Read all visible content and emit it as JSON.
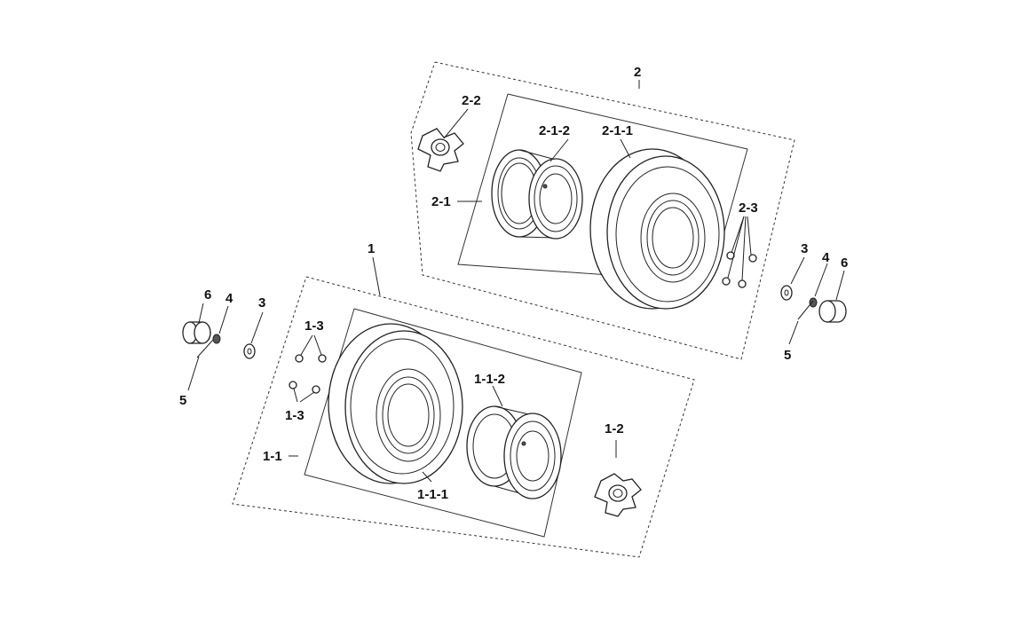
{
  "callouts": {
    "assembly_1": "1",
    "assembly_2": "2",
    "wheel_1_1": "1-1",
    "tire_1_1_1": "1-1-1",
    "rim_1_1_2": "1-1-2",
    "hub_1_2": "1-2",
    "nuts_1_3_upper": "1-3",
    "nuts_1_3_lower": "1-3",
    "wheel_2_1": "2-1",
    "tire_2_1_1": "2-1-1",
    "rim_2_1_2": "2-1-2",
    "hub_2_2": "2-2",
    "nuts_2_3": "2-3",
    "left_cap_6": "6",
    "left_nut_4": "4",
    "left_washer_3": "3",
    "left_pin_5": "5",
    "right_washer_3": "3",
    "right_nut_4": "4",
    "right_cap_6": "6",
    "right_pin_5": "5"
  }
}
